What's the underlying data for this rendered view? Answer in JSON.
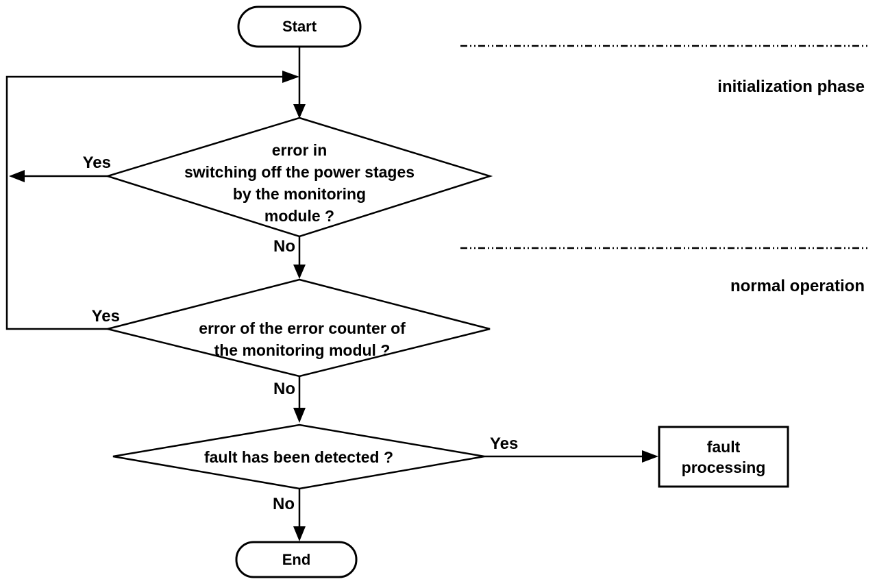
{
  "flowchart": {
    "nodes": {
      "start": {
        "label": "Start",
        "type": "terminator"
      },
      "decision_power_stages": {
        "label": "error in\nswitching off the power stages\nby the monitoring\nmodule ?",
        "type": "decision"
      },
      "decision_error_counter": {
        "label": "error of the error counter of\nthe monitoring modul ?",
        "type": "decision"
      },
      "decision_fault_detected": {
        "label": "fault has been detected ?",
        "type": "decision"
      },
      "fault_processing": {
        "label": "fault\nprocessing",
        "type": "process"
      },
      "end": {
        "label": "End",
        "type": "terminator"
      }
    },
    "edge_labels": {
      "d1_yes": "Yes",
      "d1_no": "No",
      "d2_yes": "Yes",
      "d2_no": "No",
      "d3_yes": "Yes",
      "d3_no": "No"
    },
    "phase_labels": {
      "initialization": "initialization phase",
      "normal": "normal operation"
    },
    "colors": {
      "line": "#000000",
      "background": "#ffffff"
    }
  }
}
